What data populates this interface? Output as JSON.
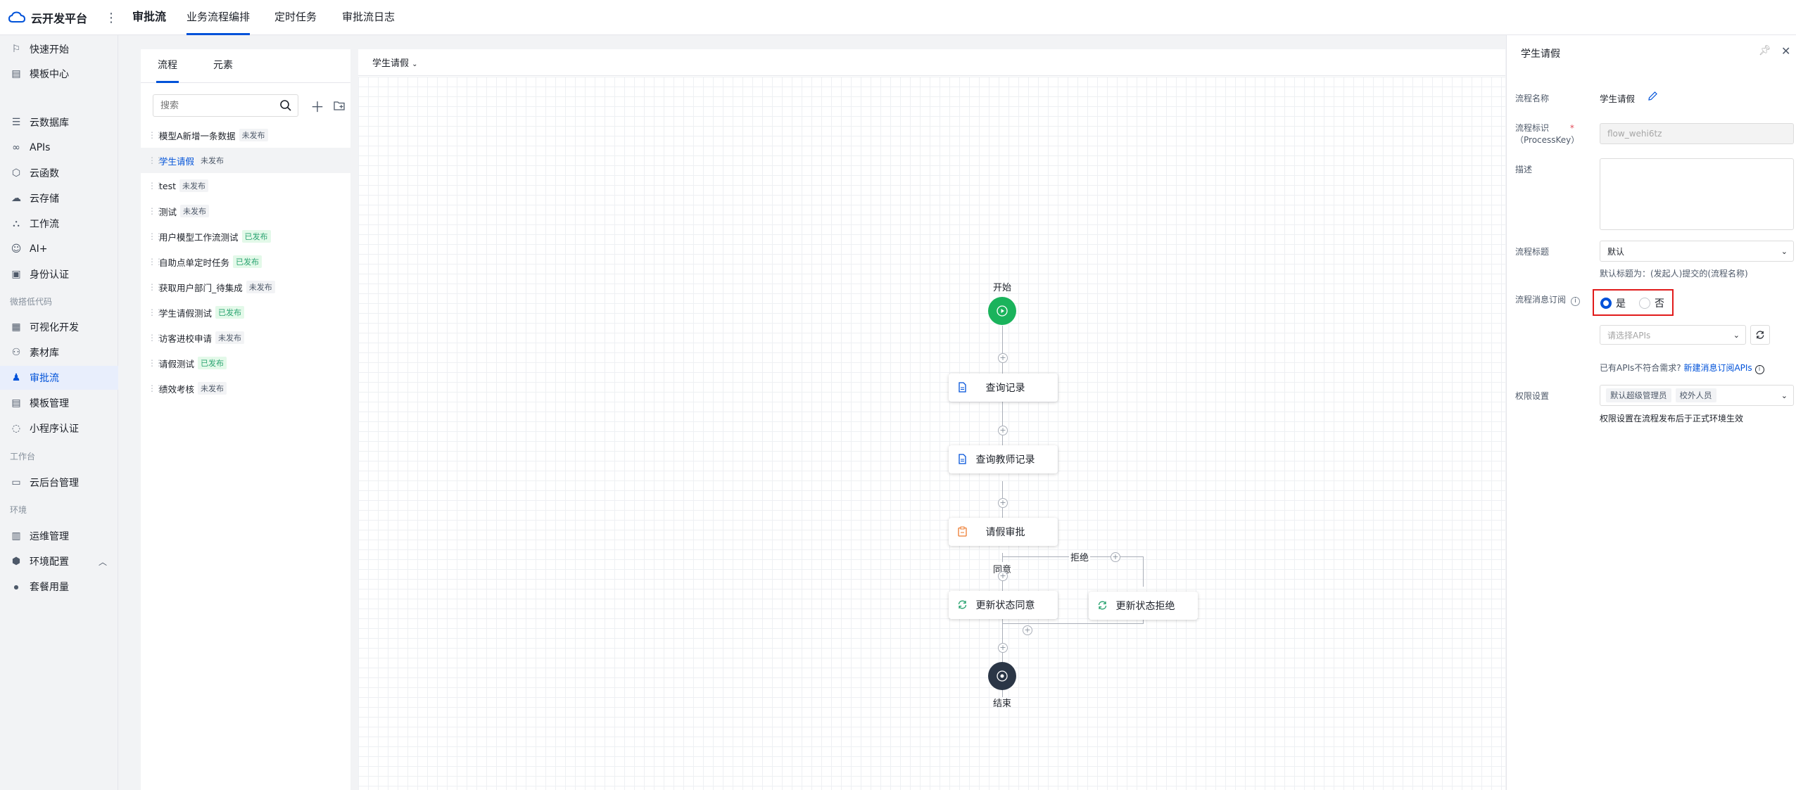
{
  "brand": {
    "name": "云开发平台"
  },
  "header": {
    "app_title": "审批流",
    "tabs": [
      "业务流程编排",
      "定时任务",
      "审批流日志"
    ]
  },
  "sidebar": {
    "items": [
      {
        "label": "快速开始",
        "icon": "flag-icon"
      },
      {
        "label": "模板中心",
        "icon": "template-icon"
      },
      {
        "label": "云数据库",
        "icon": "database-icon"
      },
      {
        "label": "APIs",
        "icon": "link-icon"
      },
      {
        "label": "云函数",
        "icon": "function-icon"
      },
      {
        "label": "云存储",
        "icon": "cloud-storage-icon"
      },
      {
        "label": "工作流",
        "icon": "workflow-icon"
      },
      {
        "label": "AI+",
        "icon": "robot-icon"
      },
      {
        "label": "身份认证",
        "icon": "id-card-icon"
      }
    ],
    "group_lowcode": "微搭低代码",
    "lowcode_items": [
      {
        "label": "可视化开发",
        "icon": "layout-icon"
      },
      {
        "label": "素材库",
        "icon": "assets-icon"
      },
      {
        "label": "审批流",
        "icon": "stamp-icon"
      },
      {
        "label": "模板管理",
        "icon": "template-manage-icon"
      },
      {
        "label": "小程序认证",
        "icon": "miniprogram-icon"
      }
    ],
    "group_workbench": "工作台",
    "workbench_items": [
      {
        "label": "云后台管理",
        "icon": "laptop-icon"
      }
    ],
    "group_env": "环境",
    "env_items": [
      {
        "label": "运维管理",
        "icon": "chart-icon"
      },
      {
        "label": "环境配置",
        "icon": "cube-icon"
      },
      {
        "label": "套餐用量",
        "icon": "dot-icon"
      }
    ]
  },
  "list_panel": {
    "tabs": [
      "流程",
      "元素"
    ],
    "search_placeholder": "搜索",
    "flows": [
      {
        "name": "模型A新增一条数据",
        "status": "未发布"
      },
      {
        "name": "学生请假",
        "status": "未发布"
      },
      {
        "name": "test",
        "status": "未发布"
      },
      {
        "name": "测试",
        "status": "未发布"
      },
      {
        "name": "用户模型工作流测试",
        "status": "已发布"
      },
      {
        "name": "自助点单定时任务",
        "status": "已发布"
      },
      {
        "name": "获取用户部门_待集成",
        "status": "未发布"
      },
      {
        "name": "学生请假测试",
        "status": "已发布"
      },
      {
        "name": "访客进校申请",
        "status": "未发布"
      },
      {
        "name": "请假测试",
        "status": "已发布"
      },
      {
        "name": "绩效考核",
        "status": "未发布"
      }
    ]
  },
  "canvas": {
    "selector": "学生请假",
    "start_label": "开始",
    "end_label": "结束",
    "nodes": [
      "查询记录",
      "查询教师记录",
      "请假审批",
      "更新状态同意",
      "更新状态拒绝"
    ],
    "agree_label": "同意",
    "reject_label": "拒绝"
  },
  "right_panel": {
    "title": "学生请假",
    "name_label": "流程名称",
    "name_value": "学生请假",
    "key_label": "流程标识",
    "key_label2": "（ProcessKey）",
    "key_value": "flow_wehi6tz",
    "desc_label": "描述",
    "flow_title_label": "流程标题",
    "flow_title_value": "默认",
    "flow_title_hint": "默认标题为：(发起人)提交的(流程名称)",
    "sub_label": "流程消息订阅",
    "radio_yes": "是",
    "radio_no": "否",
    "api_placeholder": "请选择APIs",
    "api_hint": "已有APIs不符合需求?",
    "api_link": "新建消息订阅APIs",
    "perm_label": "权限设置",
    "perm_tags": [
      "默认超级管理员",
      "校外人员"
    ],
    "perm_hint": "权限设置在流程发布后于正式环境生效"
  }
}
